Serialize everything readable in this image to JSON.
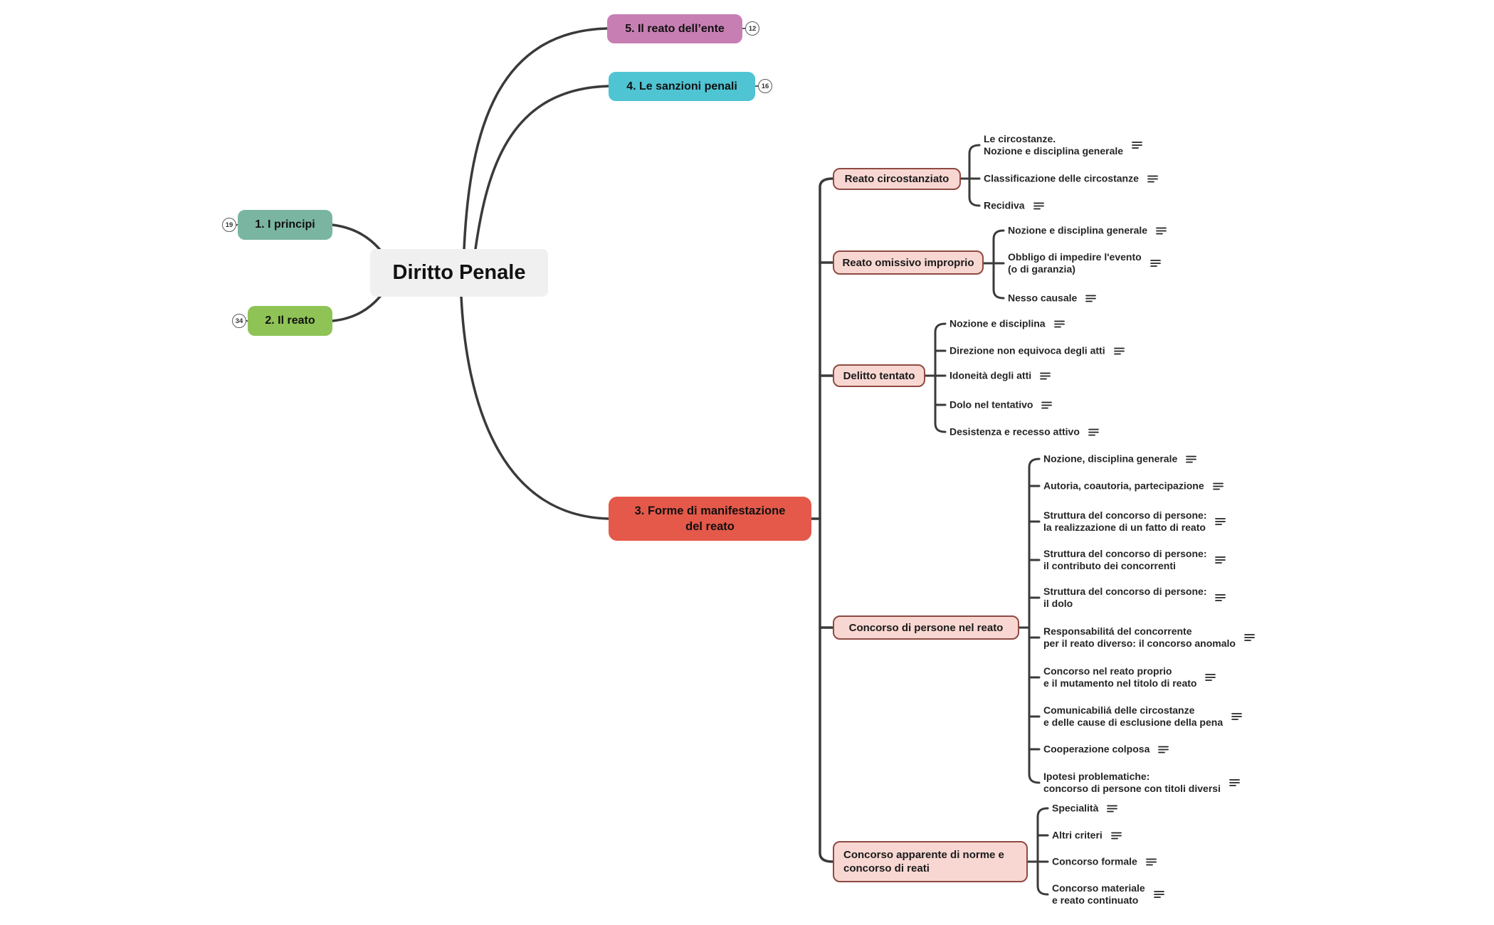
{
  "root": {
    "label": "Diritto Penale"
  },
  "colors": {
    "branch1_teal": "#7ab5a1",
    "branch2_green": "#8fc356",
    "branch3_red": "#e4594a",
    "branch4_cyan": "#4fc4d3",
    "branch5_magenta": "#c77fb3",
    "subtopic_fill": "#f8d7d2",
    "subtopic_border": "#8e4a42",
    "root_fill": "#f0f0f0",
    "connector": "#3a3a3a"
  },
  "branches": [
    {
      "label": "1. I principi",
      "badge": "19",
      "color": "#7ab5a1"
    },
    {
      "label": "2. Il reato",
      "badge": "34",
      "color": "#8fc356"
    },
    {
      "label": "3. Forme di manifestazione\ndel reato",
      "color": "#e4594a",
      "subtopics": [
        {
          "label": "Reato circostanziato",
          "children": [
            "Le circostanze.\nNozione e disciplina generale",
            "Classificazione delle circostanze",
            "Recidiva"
          ]
        },
        {
          "label": "Reato omissivo improprio",
          "children": [
            "Nozione e disciplina generale",
            "Obbligo di impedire l'evento\n(o di garanzia)",
            "Nesso causale"
          ]
        },
        {
          "label": "Delitto tentato",
          "children": [
            "Nozione e disciplina",
            "Direzione non equivoca degli atti",
            "Idoneità degli atti",
            "Dolo nel tentativo",
            "Desistenza e recesso attivo"
          ]
        },
        {
          "label": "Concorso di persone nel reato",
          "children": [
            "Nozione, disciplina generale",
            "Autoria, coautoria, partecipazione",
            "Struttura del concorso di persone:\nla realizzazione di un fatto di reato",
            "Struttura del concorso di persone:\nil contributo dei concorrenti",
            "Struttura del concorso di persone:\nil dolo",
            "Responsabilitá del concorrente\nper il reato diverso: il concorso anomalo",
            "Concorso nel reato proprio\ne il mutamento nel titolo di reato",
            "Comunicabiliá delle circostanze\ne delle cause di esclusione della pena",
            "Cooperazione colposa",
            "Ipotesi problematiche:\nconcorso di persone con titoli diversi"
          ]
        },
        {
          "label": "Concorso apparente di norme e\nconcorso di reati",
          "children": [
            "Specialità",
            "Altri criteri",
            "Concorso formale",
            "Concorso materiale\ne reato continuato"
          ]
        }
      ]
    },
    {
      "label": "4. Le sanzioni penali",
      "badge": "16",
      "color": "#4fc4d3"
    },
    {
      "label": "5. Il reato dell’ente",
      "badge": "12",
      "color": "#c77fb3"
    }
  ]
}
